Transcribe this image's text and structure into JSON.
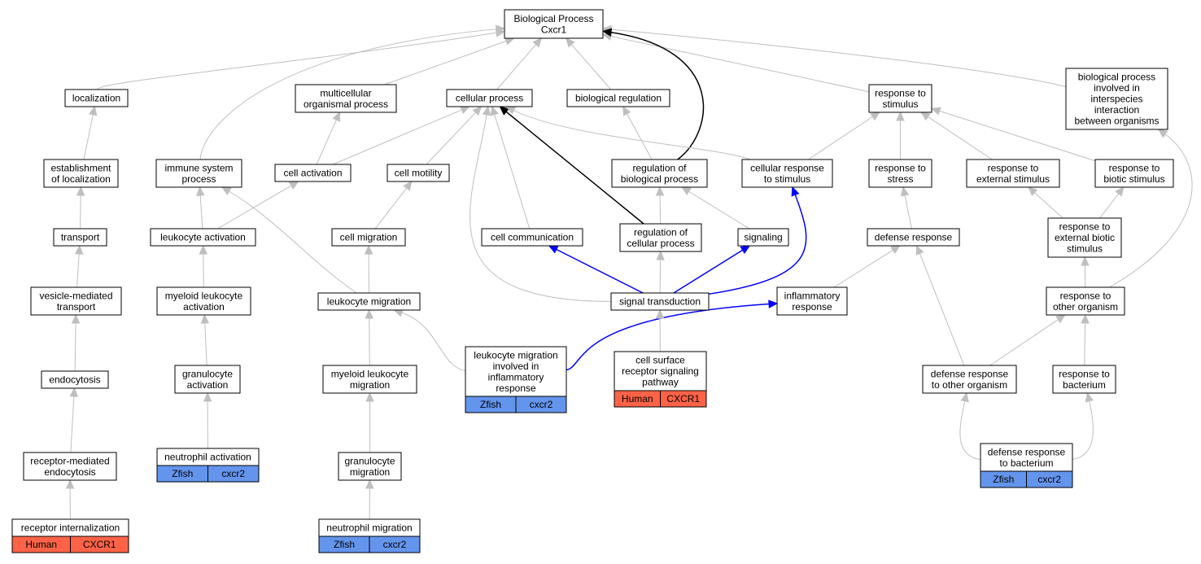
{
  "colors": {
    "edge_gray": "#bfbfbf",
    "edge_black": "#000000",
    "edge_blue": "#0000ff",
    "human_fill": "#ff6347",
    "zfish_fill": "#6495ed",
    "node_border": "#000000",
    "node_fill": "#ffffff"
  },
  "nodes": {
    "bp_root": {
      "lines": [
        "Biological Process",
        "Cxcr1"
      ]
    },
    "localization": {
      "lines": [
        "localization"
      ]
    },
    "multicellular_organismal_process": {
      "lines": [
        "multicellular",
        "organismal process"
      ]
    },
    "cellular_process": {
      "lines": [
        "cellular process"
      ]
    },
    "biological_regulation": {
      "lines": [
        "biological regulation"
      ]
    },
    "response_to_stimulus": {
      "lines": [
        "response to",
        "stimulus"
      ]
    },
    "bp_interspecies": {
      "lines": [
        "biological process",
        "involved in",
        "interspecies",
        "interaction",
        "between organisms"
      ]
    },
    "establishment_of_localization": {
      "lines": [
        "establishment",
        "of localization"
      ]
    },
    "immune_system_process": {
      "lines": [
        "immune system",
        "process"
      ]
    },
    "cell_activation": {
      "lines": [
        "cell activation"
      ]
    },
    "cell_motility": {
      "lines": [
        "cell motility"
      ]
    },
    "regulation_of_biological_process": {
      "lines": [
        "regulation of",
        "biological process"
      ]
    },
    "cellular_response_to_stimulus": {
      "lines": [
        "cellular response",
        "to stimulus"
      ]
    },
    "response_to_stress": {
      "lines": [
        "response to",
        "stress"
      ]
    },
    "response_to_external_stimulus": {
      "lines": [
        "response to",
        "external stimulus"
      ]
    },
    "response_to_biotic_stimulus": {
      "lines": [
        "response to",
        "biotic stimulus"
      ]
    },
    "transport": {
      "lines": [
        "transport"
      ]
    },
    "leukocyte_activation": {
      "lines": [
        "leukocyte activation"
      ]
    },
    "cell_migration": {
      "lines": [
        "cell migration"
      ]
    },
    "cell_communication": {
      "lines": [
        "cell communication"
      ]
    },
    "regulation_of_cellular_process": {
      "lines": [
        "regulation of",
        "cellular process"
      ]
    },
    "signaling": {
      "lines": [
        "signaling"
      ]
    },
    "defense_response": {
      "lines": [
        "defense response"
      ]
    },
    "response_to_external_biotic_stimulus": {
      "lines": [
        "response to",
        "external biotic",
        "stimulus"
      ]
    },
    "vesicle_mediated_transport": {
      "lines": [
        "vesicle-mediated",
        "transport"
      ]
    },
    "myeloid_leukocyte_activation": {
      "lines": [
        "myeloid leukocyte",
        "activation"
      ]
    },
    "leukocyte_migration": {
      "lines": [
        "leukocyte migration"
      ]
    },
    "signal_transduction": {
      "lines": [
        "signal transduction"
      ]
    },
    "inflammatory_response": {
      "lines": [
        "inflammatory",
        "response"
      ]
    },
    "response_to_other_organism": {
      "lines": [
        "response to",
        "other organism"
      ]
    },
    "endocytosis": {
      "lines": [
        "endocytosis"
      ]
    },
    "granulocyte_activation": {
      "lines": [
        "granulocyte",
        "activation"
      ]
    },
    "myeloid_leukocyte_migration": {
      "lines": [
        "myeloid leukocyte",
        "migration"
      ]
    },
    "leukocyte_migration_inflammatory": {
      "lines": [
        "leukocyte migration",
        "involved in",
        "inflammatory",
        "response"
      ],
      "species": "Zfish",
      "gene": "cxcr2"
    },
    "cell_surface_receptor_signaling": {
      "lines": [
        "cell surface",
        "receptor signaling",
        "pathway"
      ],
      "species": "Human",
      "gene": "CXCR1"
    },
    "defense_response_to_other_organism": {
      "lines": [
        "defense response",
        "to other organism"
      ]
    },
    "response_to_bacterium": {
      "lines": [
        "response to",
        "bacterium"
      ]
    },
    "receptor_mediated_endocytosis": {
      "lines": [
        "receptor-mediated",
        "endocytosis"
      ]
    },
    "neutrophil_activation": {
      "lines": [
        "neutrophil activation"
      ],
      "species": "Zfish",
      "gene": "cxcr2"
    },
    "granulocyte_migration": {
      "lines": [
        "granulocyte",
        "migration"
      ]
    },
    "defense_response_to_bacterium": {
      "lines": [
        "defense response",
        "to bacterium"
      ],
      "species": "Zfish",
      "gene": "cxcr2"
    },
    "receptor_internalization": {
      "lines": [
        "receptor internalization"
      ],
      "species": "Human",
      "gene": "CXCR1"
    },
    "neutrophil_migration": {
      "lines": [
        "neutrophil migration"
      ],
      "species": "Zfish",
      "gene": "cxcr2"
    }
  }
}
